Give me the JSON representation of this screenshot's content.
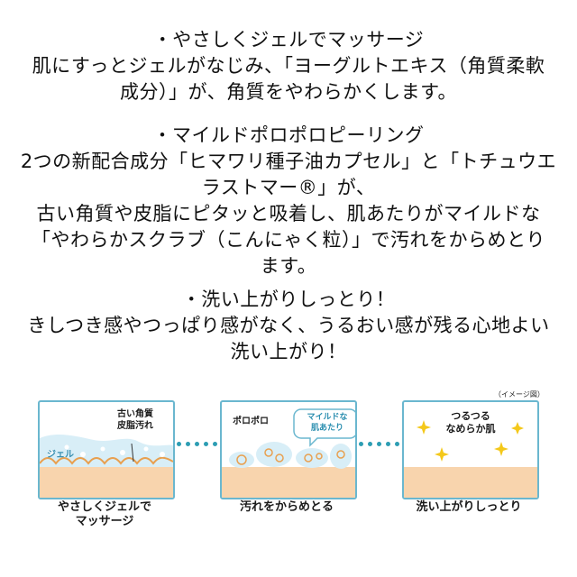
{
  "sections": [
    {
      "lines": [
        "・やさしくジェルでマッサージ",
        "肌にすっとジェルがなじみ、「ヨーグルトエキス（角質柔軟",
        "成分）」が、角質をやわらかくします。"
      ]
    },
    {
      "lines": [
        "・マイルドポロポロピーリング",
        "2つの新配合成分「ヒマワリ種子油カプセル」と「トチュウエ",
        "ラストマー®」が、",
        "古い角質や皮脂にピタッと吸着し、肌あたりがマイルドな",
        "「やわらかスクラブ（こんにゃく粒）」で汚れをからめとり",
        "ます。"
      ]
    },
    {
      "lines": [
        "・洗い上がりしっとり！",
        "きしつき感やつっぱり感がなく、うるおい感が残る心地よい",
        "洗い上がり！"
      ]
    }
  ],
  "illustration": {
    "image_note": "（イメージ図）",
    "panel1": {
      "label_top_1": "古い角質",
      "label_top_2": "皮脂汚れ",
      "label_gel": "ジェル",
      "caption_1": "やさしくジェルで",
      "caption_2": "マッサージ"
    },
    "panel2": {
      "label": "ポロポロ",
      "bubble_1": "マイルドな",
      "bubble_2": "肌あたり",
      "caption": "汚れをからめとる"
    },
    "panel3": {
      "label_1": "つるつる",
      "label_2": "なめらか肌",
      "caption": "洗い上がりしっとり"
    }
  },
  "colors": {
    "frame": "#6ab7cf",
    "skin": "#f8d4ad",
    "dots": "#2c9db3",
    "gel": "#d8eef7",
    "sparkle": "#f4c81a"
  }
}
